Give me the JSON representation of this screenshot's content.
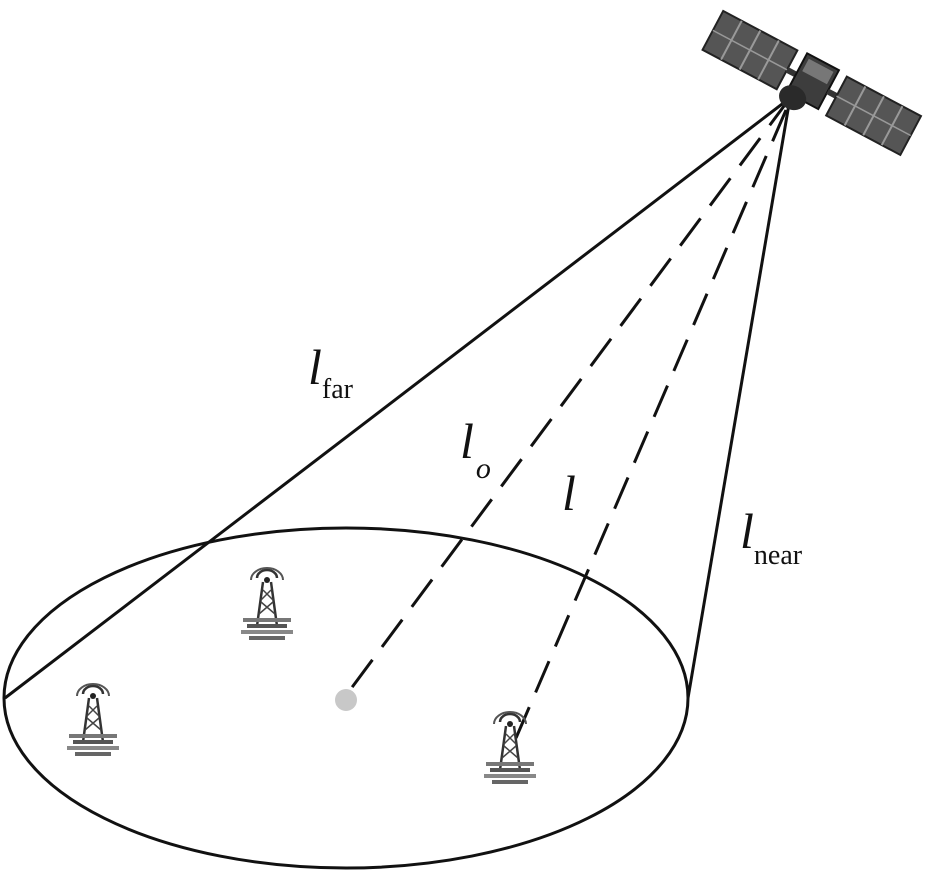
{
  "labels": {
    "far": {
      "main": "l",
      "sub": "far"
    },
    "center": {
      "main": "l",
      "sub": "o"
    },
    "user": {
      "main": "l"
    },
    "near": {
      "main": "l",
      "sub": "near"
    }
  },
  "colors": {
    "line": "#111111",
    "center_dot": "#c8c8c8",
    "panel_dark": "#4a4a4a",
    "panel_light": "#8a8a8a",
    "tower": "#3a3a3a"
  },
  "icons": [
    "satellite-icon",
    "base-station-tower-icon"
  ]
}
